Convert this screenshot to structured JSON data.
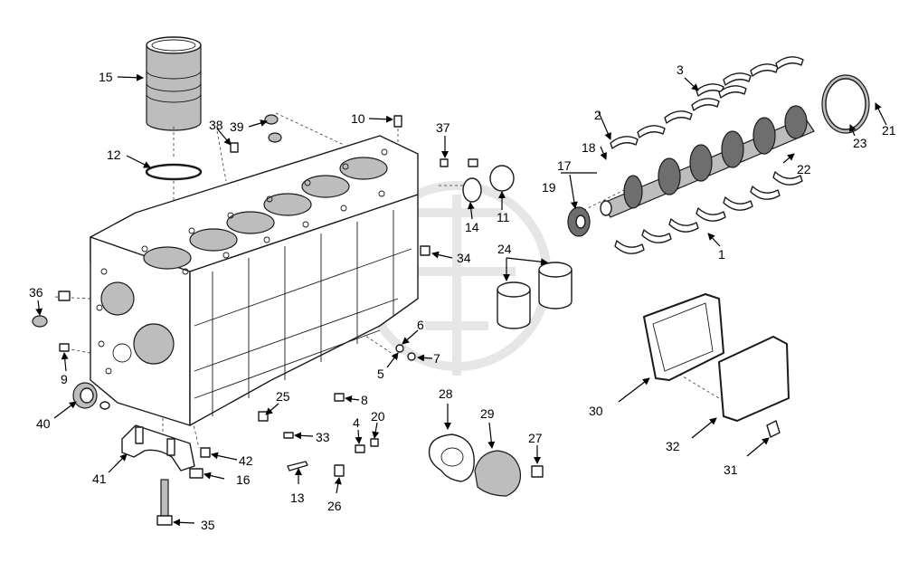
{
  "callouts": {
    "c1": "1",
    "c2": "2",
    "c3": "3",
    "c4": "4",
    "c5": "5",
    "c6": "6",
    "c7": "7",
    "c8": "8",
    "c9": "9",
    "c10": "10",
    "c11": "11",
    "c12": "12",
    "c13": "13",
    "c14": "14",
    "c15": "15",
    "c16": "16",
    "c17": "17",
    "c18": "18",
    "c19": "19",
    "c20": "20",
    "c21": "21",
    "c22": "22",
    "c23": "23",
    "c24": "24",
    "c25": "25",
    "c26": "26",
    "c27": "27",
    "c28": "28",
    "c29": "29",
    "c30": "30",
    "c31": "31",
    "c32": "32",
    "c33": "33",
    "c34": "34",
    "c35": "35",
    "c36": "36",
    "c37": "37",
    "c38": "38",
    "c39": "39",
    "c40": "40",
    "c41": "41",
    "c42": "42"
  },
  "icons": {
    "watermark": "watermark-logo-icon"
  }
}
